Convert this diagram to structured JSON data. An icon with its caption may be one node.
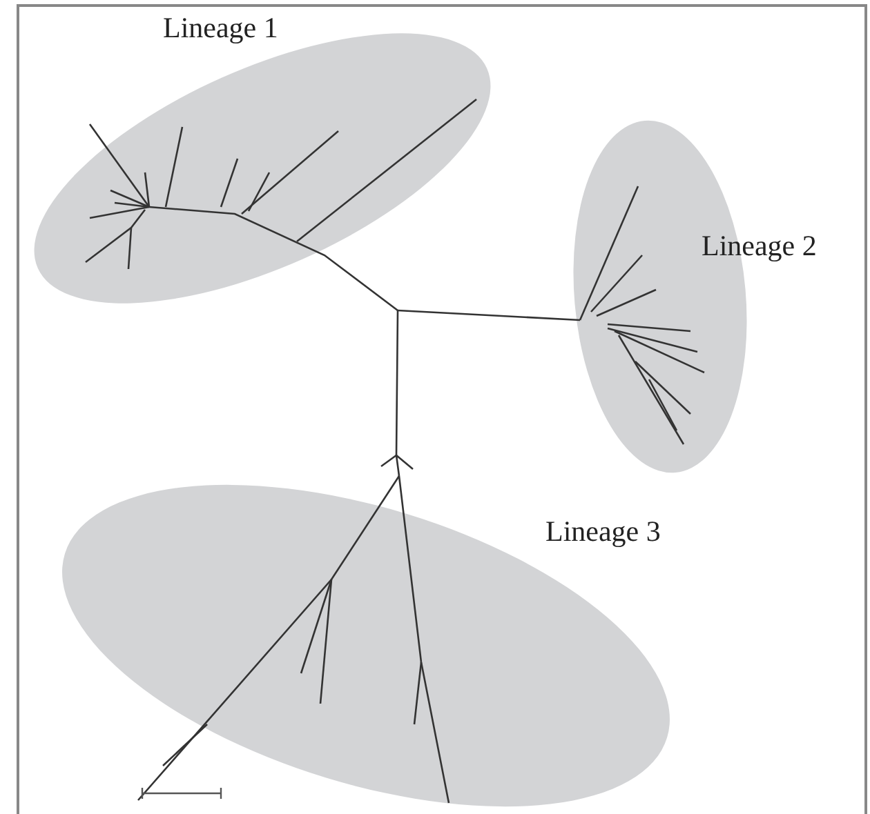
{
  "diagram": {
    "nodes": [
      {
        "text": [
          "Lineage 1"
        ]
      },
      {
        "text": [
          "Lineage 2"
        ]
      },
      {
        "text": [
          "Lineage 3"
        ]
      }
    ],
    "edges": []
  }
}
